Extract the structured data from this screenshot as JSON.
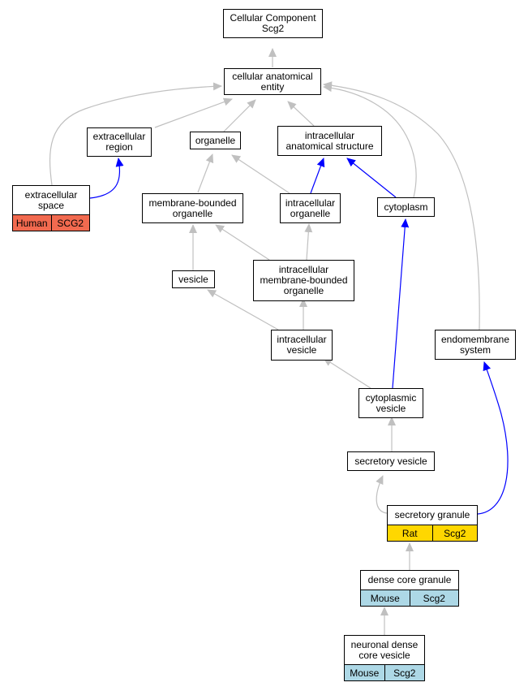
{
  "nodes": {
    "root": {
      "label": "Cellular Component\nScg2"
    },
    "cae": {
      "label": "cellular anatomical\nentity"
    },
    "extracellular_region": {
      "label": "extracellular\nregion"
    },
    "organelle": {
      "label": "organelle"
    },
    "intracellular_anatomical_structure": {
      "label": "intracellular\nanatomical structure"
    },
    "extracellular_space": {
      "label": "extracellular\nspace",
      "species": "Human",
      "gene": "SCG2"
    },
    "membrane_bounded_organelle": {
      "label": "membrane-bounded\norganelle"
    },
    "intracellular_organelle": {
      "label": "intracellular\norganelle"
    },
    "cytoplasm": {
      "label": "cytoplasm"
    },
    "vesicle": {
      "label": "vesicle"
    },
    "intracellular_membrane_bounded_organelle": {
      "label": "intracellular\nmembrane-bounded\norganelle"
    },
    "intracellular_vesicle": {
      "label": "intracellular\nvesicle"
    },
    "endomembrane_system": {
      "label": "endomembrane\nsystem"
    },
    "cytoplasmic_vesicle": {
      "label": "cytoplasmic\nvesicle"
    },
    "secretory_vesicle": {
      "label": "secretory vesicle"
    },
    "secretory_granule": {
      "label": "secretory granule",
      "species": "Rat",
      "gene": "Scg2"
    },
    "dense_core_granule": {
      "label": "dense core granule",
      "species": "Mouse",
      "gene": "Scg2"
    },
    "neuronal_dense_core_vesicle": {
      "label": "neuronal dense\ncore vesicle",
      "species": "Mouse",
      "gene": "Scg2"
    }
  },
  "edges": [
    {
      "from": "cae",
      "to": "root",
      "relation": "is_a"
    },
    {
      "from": "extracellular_region",
      "to": "cae",
      "relation": "is_a"
    },
    {
      "from": "organelle",
      "to": "cae",
      "relation": "is_a"
    },
    {
      "from": "intracellular_anatomical_structure",
      "to": "cae",
      "relation": "is_a"
    },
    {
      "from": "extracellular_space",
      "to": "cae",
      "relation": "is_a"
    },
    {
      "from": "extracellular_space",
      "to": "extracellular_region",
      "relation": "part_of"
    },
    {
      "from": "membrane_bounded_organelle",
      "to": "organelle",
      "relation": "is_a"
    },
    {
      "from": "intracellular_organelle",
      "to": "organelle",
      "relation": "is_a"
    },
    {
      "from": "intracellular_organelle",
      "to": "intracellular_anatomical_structure",
      "relation": "part_of"
    },
    {
      "from": "cytoplasm",
      "to": "intracellular_anatomical_structure",
      "relation": "part_of"
    },
    {
      "from": "cytoplasm",
      "to": "cae",
      "relation": "is_a"
    },
    {
      "from": "endomembrane_system",
      "to": "cae",
      "relation": "is_a"
    },
    {
      "from": "vesicle",
      "to": "membrane_bounded_organelle",
      "relation": "is_a"
    },
    {
      "from": "intracellular_membrane_bounded_organelle",
      "to": "membrane_bounded_organelle",
      "relation": "is_a"
    },
    {
      "from": "intracellular_membrane_bounded_organelle",
      "to": "intracellular_organelle",
      "relation": "is_a"
    },
    {
      "from": "intracellular_vesicle",
      "to": "vesicle",
      "relation": "is_a"
    },
    {
      "from": "intracellular_vesicle",
      "to": "intracellular_membrane_bounded_organelle",
      "relation": "is_a"
    },
    {
      "from": "cytoplasmic_vesicle",
      "to": "intracellular_vesicle",
      "relation": "is_a"
    },
    {
      "from": "cytoplasmic_vesicle",
      "to": "cytoplasm",
      "relation": "part_of"
    },
    {
      "from": "secretory_vesicle",
      "to": "cytoplasmic_vesicle",
      "relation": "is_a"
    },
    {
      "from": "secretory_granule",
      "to": "secretory_vesicle",
      "relation": "is_a"
    },
    {
      "from": "secretory_granule",
      "to": "endomembrane_system",
      "relation": "part_of"
    },
    {
      "from": "dense_core_granule",
      "to": "secretory_granule",
      "relation": "is_a"
    },
    {
      "from": "neuronal_dense_core_vesicle",
      "to": "dense_core_granule",
      "relation": "is_a"
    }
  ],
  "colors": {
    "is_a_edge": "#c0c0c0",
    "part_of_edge": "#0000ff",
    "human": "#f26a4f",
    "rat": "#ffd700",
    "mouse": "#add8e6"
  }
}
